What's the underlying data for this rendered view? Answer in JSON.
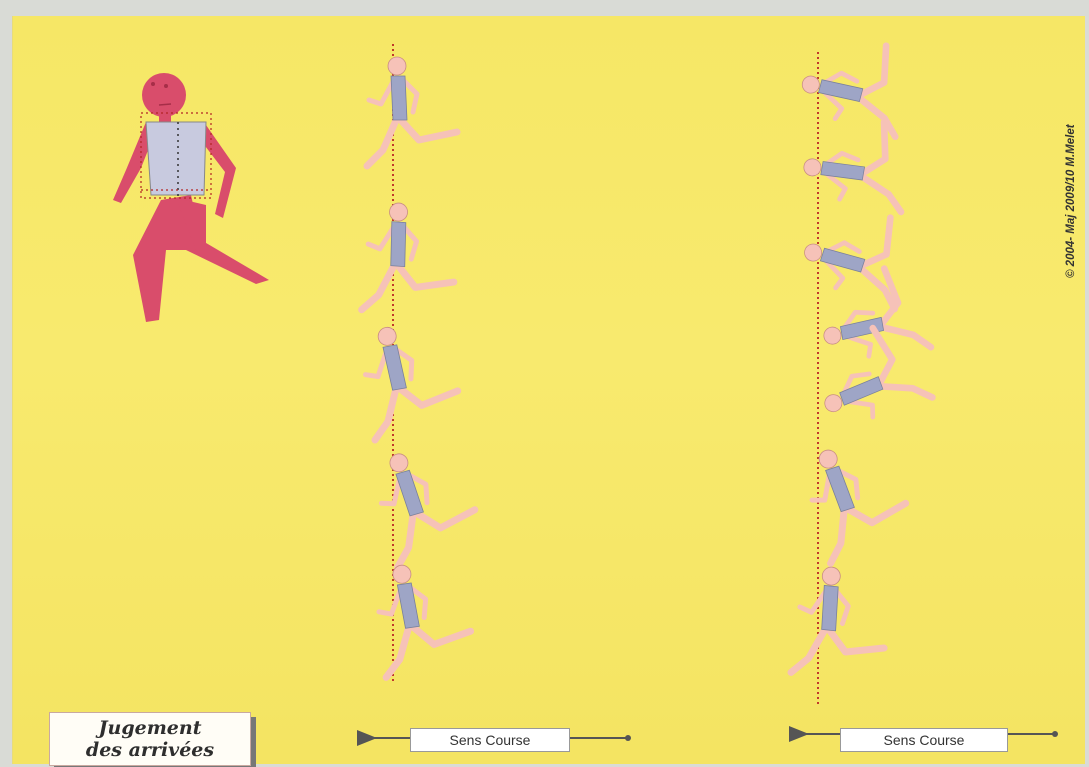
{
  "title": {
    "line1": "Jugement",
    "line2": "des arrivées"
  },
  "direction_labels": [
    "Sens Course",
    "Sens Course"
  ],
  "copyright": "© 2004- Maj 2009/10 M.Melet",
  "colors": {
    "background": "#f6e766",
    "finish_line": "#c0392b",
    "torso_highlight": "#d94d6b",
    "runner_skin": "#f6c2b8",
    "runner_vest": "#9ea5c6",
    "arrow": "#555555"
  },
  "icons": {
    "torso_diagram": "runner-torso-icon",
    "runner": "runner-icon",
    "direction_arrow": "arrow-left-icon"
  }
}
